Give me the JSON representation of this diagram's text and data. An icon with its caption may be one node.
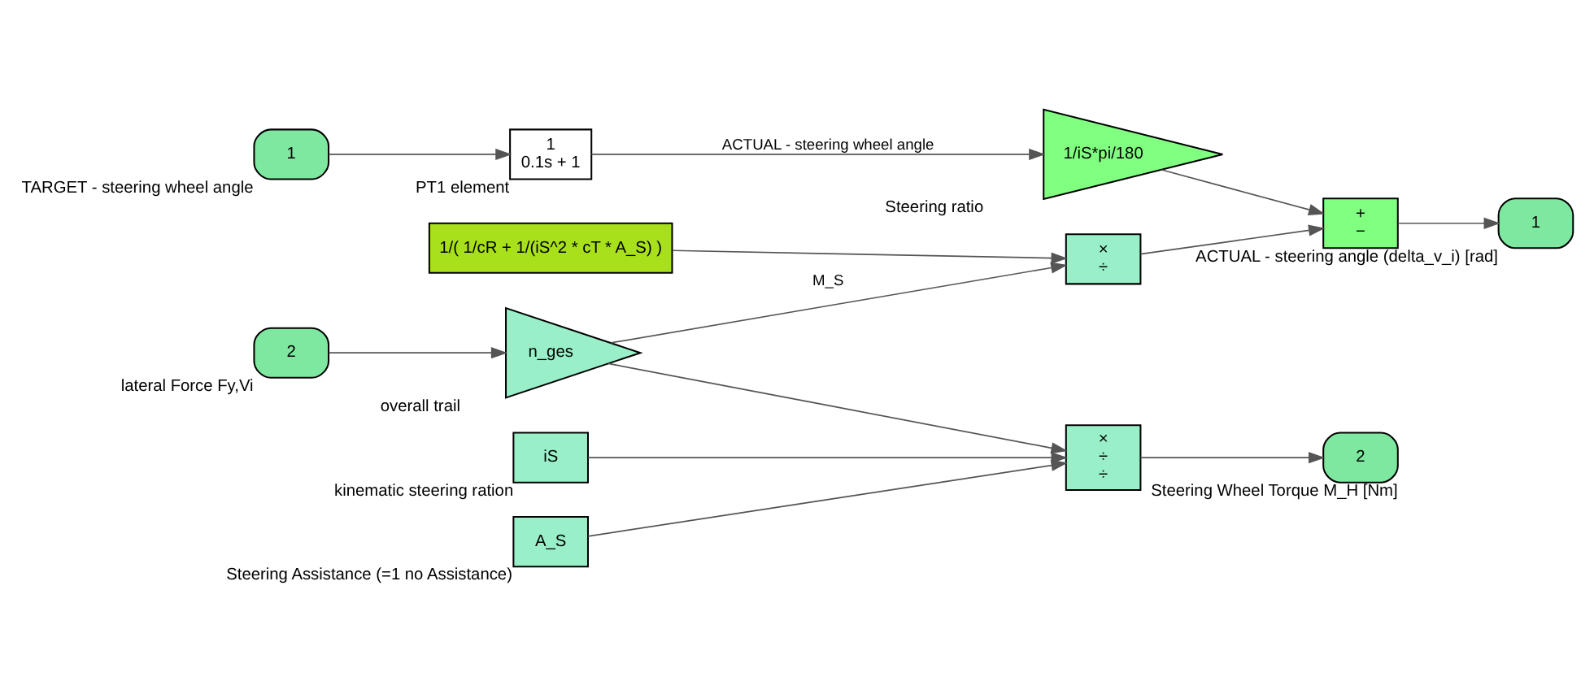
{
  "diagram": {
    "nodes": [
      {
        "text": [
          "1"
        ],
        "beside": [
          "TARGET - steering wheel angle"
        ]
      },
      {
        "text": [
          "1",
          "0.1s + 1"
        ],
        "beside": [
          "PT1 element"
        ]
      },
      {
        "text": [
          "1/iS*pi/180"
        ],
        "beside": [
          "Steering ratio"
        ]
      },
      {
        "text": [
          "+",
          "−"
        ]
      },
      {
        "text": [
          "1"
        ],
        "beside": [
          "ACTUAL - steering angle (delta_v_i) [rad]"
        ]
      },
      {
        "text": [
          "2"
        ],
        "beside": [
          "lateral Force Fy,Vi"
        ]
      },
      {
        "text": [
          "n_ges"
        ],
        "beside": [
          "overall trail"
        ]
      },
      {
        "text": [
          "×",
          "÷"
        ]
      },
      {
        "text": [
          "1/( 1/cR + 1/(iS^2 * cT * A_S) )"
        ]
      },
      {
        "text": [
          "iS"
        ],
        "beside": [
          "kinematic steering ration"
        ]
      },
      {
        "text": [
          "×",
          "÷",
          "÷"
        ]
      },
      {
        "text": [
          "2"
        ],
        "beside": [
          "Steering Wheel Torque M_H [Nm]"
        ]
      },
      {
        "text": [
          "A_S"
        ],
        "beside": [
          "Steering Assistance (=1 no Assistance)"
        ]
      }
    ],
    "edges": [
      {
        "from": 0,
        "to": 1,
        "arrow": "to"
      },
      {
        "from": 1,
        "to": 2,
        "arrow": "to",
        "label": "ACTUAL - steering wheel angle"
      },
      {
        "from": 2,
        "to": 3,
        "arrow": "to"
      },
      {
        "from": 3,
        "to": 4,
        "arrow": "to"
      },
      {
        "from": 5,
        "to": 6,
        "arrow": "to"
      },
      {
        "from": 6,
        "to": 7,
        "arrow": "to",
        "label": "M_S"
      },
      {
        "from": 6,
        "to": 10,
        "arrow": "to"
      },
      {
        "from": 8,
        "to": 7,
        "arrow": "to"
      },
      {
        "from": 7,
        "to": 3,
        "arrow": "to"
      },
      {
        "from": 9,
        "to": 10,
        "arrow": "to"
      },
      {
        "from": 12,
        "to": 10,
        "arrow": "to"
      },
      {
        "from": 10,
        "to": 11,
        "arrow": "to"
      }
    ]
  }
}
